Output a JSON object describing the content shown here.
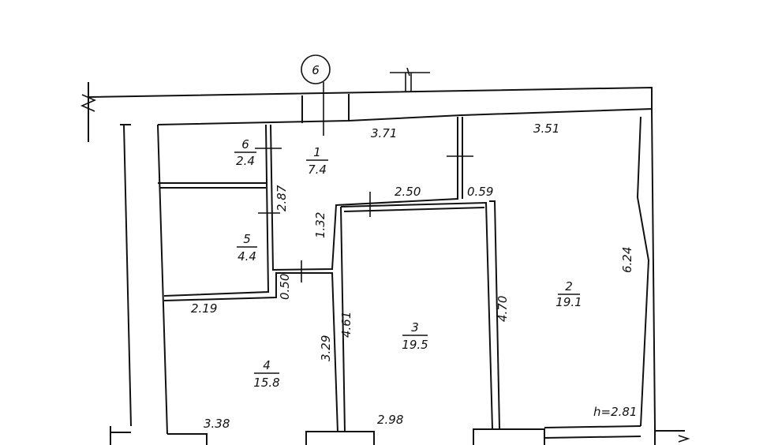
{
  "axis_marker": "6",
  "rooms": [
    {
      "number": "1",
      "area": "7.4"
    },
    {
      "number": "2",
      "area": "19.1"
    },
    {
      "number": "3",
      "area": "19.5"
    },
    {
      "number": "4",
      "area": "15.8"
    },
    {
      "number": "5",
      "area": "4.4"
    },
    {
      "number": "6",
      "area": "2.4"
    }
  ],
  "dimensions": {
    "room1_width": "3.71",
    "room2_width": "3.51",
    "room3_top": "2.50",
    "passage": "0.59",
    "room5_side": "2.87",
    "hall_side": "1.32",
    "small_gap": "0.50",
    "room4_top": "2.19",
    "room3_left": "4.61",
    "room4_right": "3.29",
    "room2_left": "4.70",
    "room2_right": "6.24",
    "room4_bottom": "3.38",
    "room3_bottom": "2.98"
  },
  "ceiling_height": "h=2.81"
}
